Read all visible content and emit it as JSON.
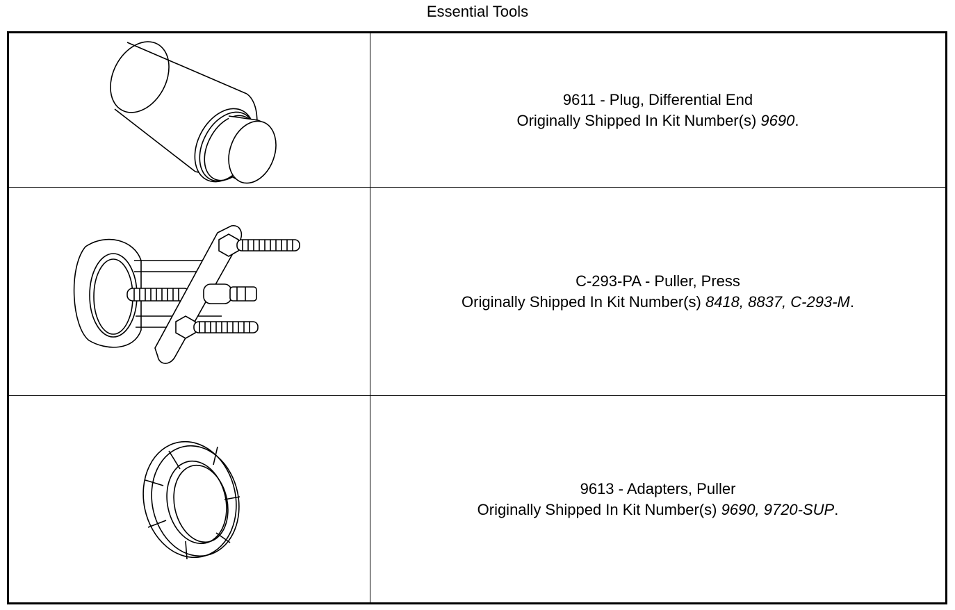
{
  "page": {
    "title": "Essential Tools"
  },
  "tools": [
    {
      "number": "9611",
      "name": "Plug, Differential End",
      "shipped_label": "Originally Shipped In Kit Number(s)",
      "kits": "9690",
      "illustration": "plug-differential-end-illustration"
    },
    {
      "number": "C-293-PA",
      "name": "Puller, Press",
      "shipped_label": "Originally Shipped In Kit Number(s)",
      "kits": "8418, 8837, C-293-M",
      "illustration": "puller-press-illustration"
    },
    {
      "number": "9613",
      "name": "Adapters, Puller",
      "shipped_label": "Originally Shipped In Kit Number(s)",
      "kits": "9690, 9720-SUP",
      "illustration": "adapters-puller-illustration"
    }
  ]
}
